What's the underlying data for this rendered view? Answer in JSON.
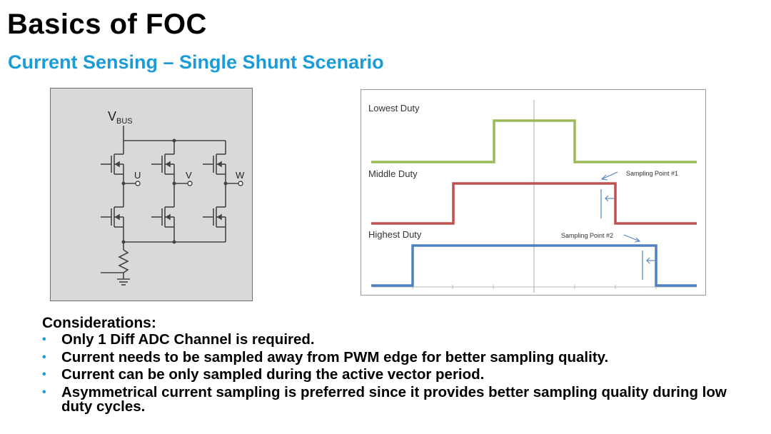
{
  "slide": {
    "title": "Basics of FOC",
    "subtitle": "Current Sensing – Single Shunt Scenario"
  },
  "circuit": {
    "vbus_label": "V",
    "vbus_subscript": "BUS",
    "phase_labels": [
      "U",
      "V",
      "W"
    ]
  },
  "timing_diagram": {
    "waveforms": [
      {
        "label": "Lowest Duty",
        "color": "#9bbb59"
      },
      {
        "label": "Middle Duty",
        "color": "#c0504d"
      },
      {
        "label": "Highest Duty",
        "color": "#4f81bd"
      }
    ],
    "sampling_points": [
      "Sampling Point #1",
      "Sampling Point #2"
    ]
  },
  "considerations": {
    "heading": "Considerations:",
    "bullet_glyph": "•",
    "items": [
      "Only 1 Diff ADC Channel is required.",
      "Current needs to be sampled away from PWM edge for better sampling quality.",
      "Current can be only sampled during the active vector period.",
      "Asymmetrical current sampling is preferred since it provides better sampling quality during low duty cycles."
    ]
  },
  "colors": {
    "accent": "#1a9cd8",
    "lowest": "#9bbb59",
    "middle": "#c0504d",
    "highest": "#4f81bd"
  }
}
